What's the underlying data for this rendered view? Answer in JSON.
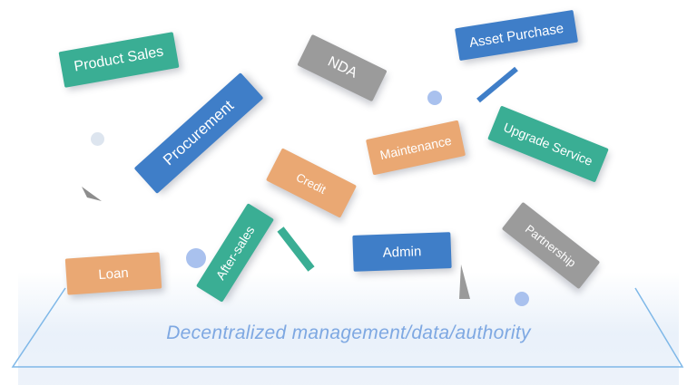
{
  "caption": "Decentralized management/data/authority",
  "tags": {
    "product_sales": "Product Sales",
    "nda": "NDA",
    "asset_purchase": "Asset Purchase",
    "procurement": "Procurement",
    "maintenance": "Maintenance",
    "upgrade_service": "Upgrade Service",
    "credit": "Credit",
    "after_sales": "After-sales",
    "admin": "Admin",
    "partnership": "Partnership",
    "loan": "Loan"
  },
  "colors": {
    "green": "#3aae94",
    "blue": "#3f7ec8",
    "gray": "#9b9b9b",
    "orange": "#eaa873",
    "caption": "#7ea8e2",
    "dot_blue": "#a9c1ee",
    "dot_light": "#dde5ef"
  }
}
